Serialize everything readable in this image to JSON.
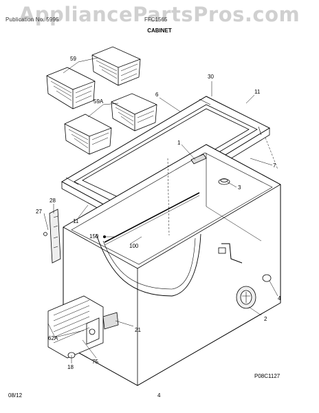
{
  "watermark": "AppliancePartsPros.com",
  "header": {
    "publication_line": "Publication No. 5995",
    "model_line": "FFC1565",
    "section_title": "CABINET"
  },
  "callouts": {
    "c59": "59",
    "c59a": "59A",
    "c6": "6",
    "c30": "30",
    "c11a": "11",
    "c1": "1",
    "c7": "7",
    "c3": "3",
    "c28": "28",
    "c27": "27",
    "c11b": "11",
    "c150": "150",
    "c100": "100",
    "c4": "4",
    "c2": "2",
    "c21": "21",
    "c62a": "62A",
    "c18": "18",
    "c75": "75"
  },
  "figure_code": "P08C1127",
  "footer": {
    "date": "08/12",
    "page": "4"
  }
}
